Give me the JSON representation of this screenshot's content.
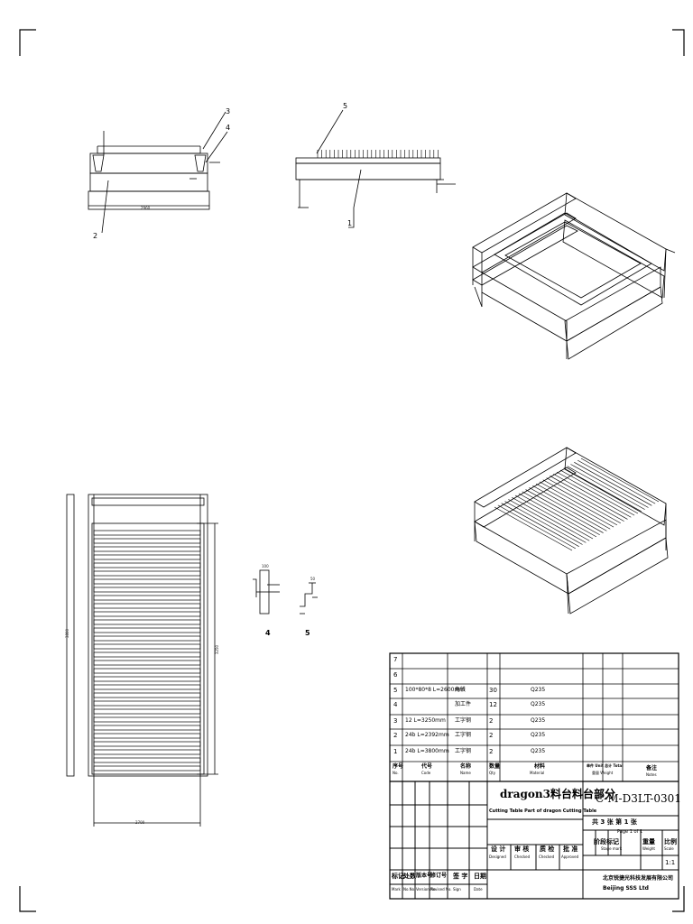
{
  "drawing": {
    "balloons": [
      "3",
      "4",
      "5",
      "2",
      "1"
    ],
    "detail_labels": [
      "4",
      "5"
    ],
    "dims": {
      "top_left_width": "2960",
      "plan_height": "3800",
      "plan_right_height": "3250",
      "plan_bottom_width": "2700",
      "detail_4_top": "100",
      "detail_5_top": "50"
    }
  },
  "title_block": {
    "bom_rows": [
      {
        "no": "7",
        "code": "",
        "name": "",
        "qty": "",
        "material": ""
      },
      {
        "no": "6",
        "code": "",
        "name": "",
        "qty": "",
        "material": ""
      },
      {
        "no": "5",
        "code": "100*80*8 L=2600mm",
        "name": "角铁",
        "qty": "30",
        "material": "Q235"
      },
      {
        "no": "4",
        "code": "",
        "name": "加工件",
        "qty": "12",
        "material": "Q235"
      },
      {
        "no": "3",
        "code": "12  L=3250mm",
        "name": "工字钢",
        "qty": "2",
        "material": "Q235"
      },
      {
        "no": "2",
        "code": "24b  L=2392mm",
        "name": "工字钢",
        "qty": "2",
        "material": "Q235"
      },
      {
        "no": "1",
        "code": "24b  L=3800mm",
        "name": "工字钢",
        "qty": "2",
        "material": "Q235"
      }
    ],
    "bom_header": {
      "no": "序号",
      "no_en": "No.",
      "code": "代号",
      "code_en": "Code",
      "name": "名称",
      "name_en": "Name",
      "qty": "数量",
      "qty_en": "Qty",
      "material": "材料",
      "material_en": "Material",
      "weight": "单件 Unit   总计 Total",
      "weight_en": "重量 Weight",
      "notes": "备注",
      "notes_en": "Notes"
    },
    "title_cn": "dragon3料台料台部分",
    "title_en": "Cutting Table Part of dragon Cutting Table",
    "drawing_no": "C-M-D3LT-0301",
    "sheets": "共  3  张    第  1  张",
    "sheets_en": "Page  1  of  1",
    "stage_mark": "阶段标记",
    "stage_mark_en": "Stage mark",
    "weight": "重量",
    "weight_en": "Weight",
    "scale": "比例",
    "scale_en": "Scale",
    "scale_value": "1:1",
    "sign": {
      "designed": "设 计",
      "designed_en": "Designed",
      "checked": "审 核",
      "checked_en": "Checked",
      "qa": "质 检",
      "qa_en": "Checked",
      "approved": "批 准",
      "approved_en": "Approved"
    },
    "revision": {
      "mark": "标记",
      "mark_en": "Mark",
      "count": "处数",
      "count_en": "No.No.",
      "version": "版本号",
      "version_en": "Version No.",
      "revised": "修订号",
      "revised_en": "Revised No.",
      "sign": "签 字",
      "sign_en": "Sign",
      "date": "日期",
      "date_en": "Date"
    },
    "company_cn": "北京锐捷光科技发展有限公司",
    "company_en": "Beijing SSS        Ltd"
  }
}
